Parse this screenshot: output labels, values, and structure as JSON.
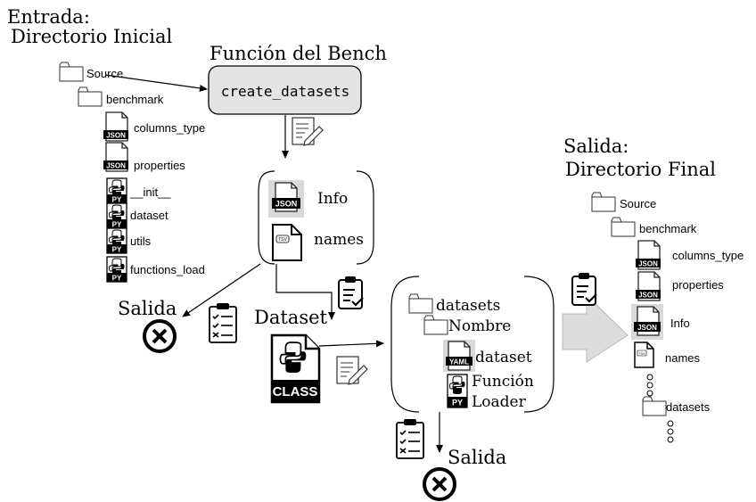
{
  "input": {
    "heading_line1": "Entrada:",
    "heading_line2": "Directorio Inicial",
    "source": "Source",
    "benchmark": "benchmark",
    "columns_type": "columns_type",
    "properties": "properties",
    "init": "__init__",
    "dataset": "dataset",
    "utils": "utils",
    "functions_load": "functions_load"
  },
  "bench": {
    "heading": "Función del Bench",
    "function_name": "create_datasets"
  },
  "middle": {
    "info": "Info",
    "names": "names",
    "output_left": "Salida",
    "dataset_label": "Dataset",
    "class_badge": "CLASS"
  },
  "datasets_box": {
    "datasets": "datasets",
    "nombre": "Nombre",
    "dataset": "dataset",
    "funcion": "Función",
    "loader": "Loader"
  },
  "output_bottom": "Salida",
  "output": {
    "heading_line1": "Salida:",
    "heading_line2": "Directorio Final",
    "source": "Source",
    "benchmark": "benchmark",
    "columns_type": "columns_type",
    "properties": "properties",
    "info": "Info",
    "names": "names",
    "datasets": "datasets"
  },
  "icon_labels": {
    "json": "JSON",
    "py": "PY",
    "yaml": "YAML",
    "tsv": "TSV"
  }
}
